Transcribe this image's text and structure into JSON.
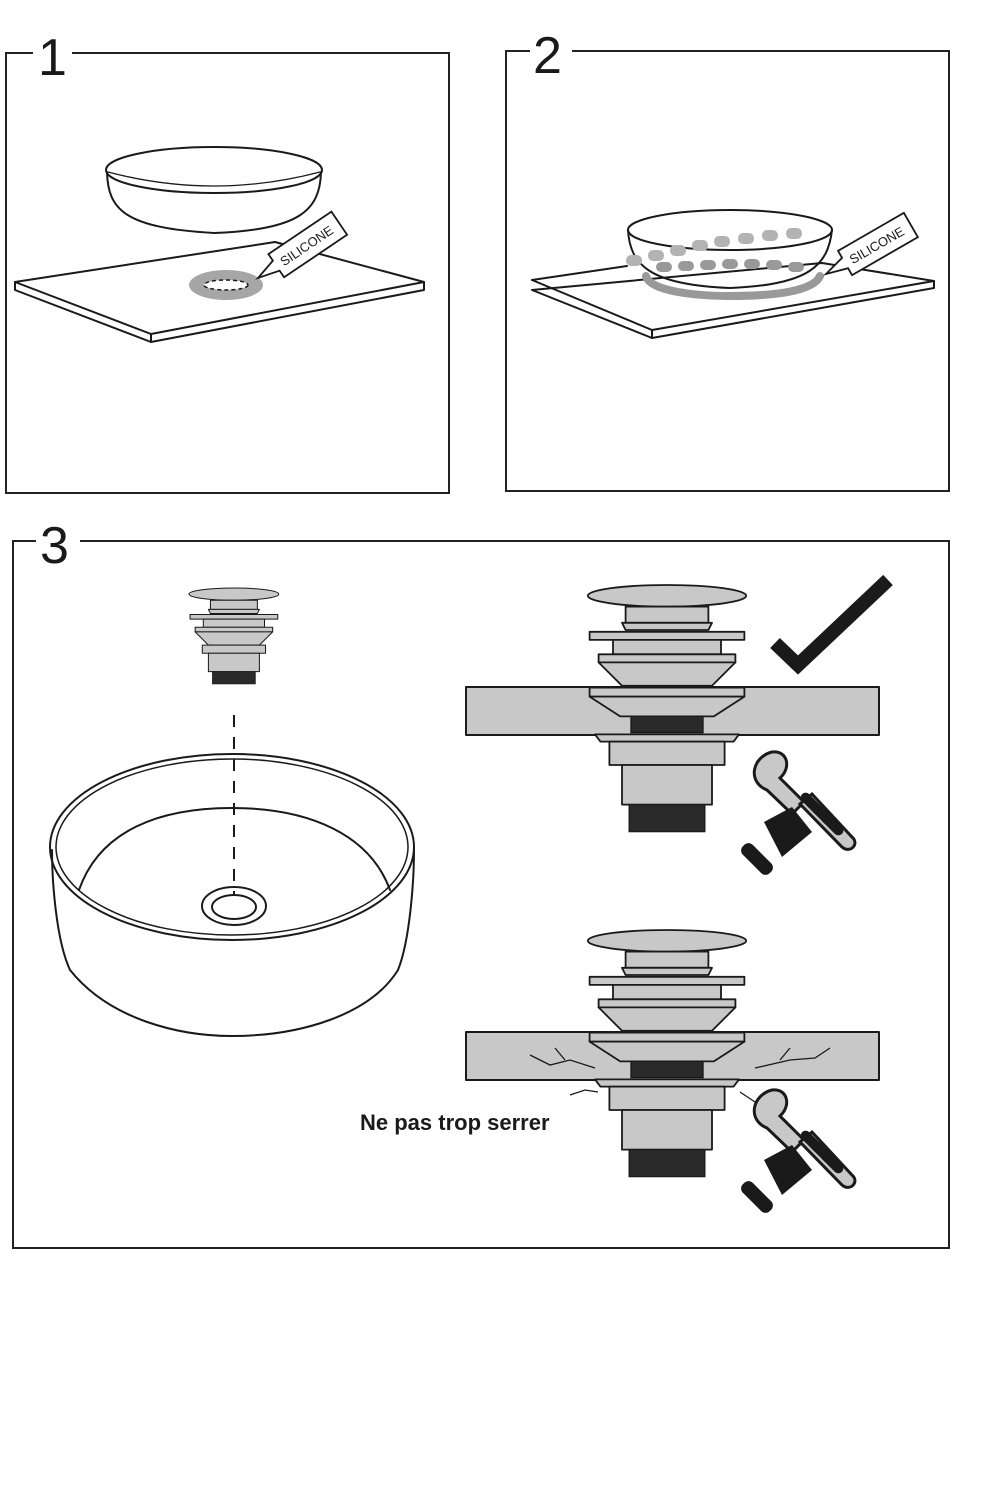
{
  "document": {
    "type": "installation-instructions",
    "colors": {
      "line": "#1a1a1a",
      "metal": "#c8c8c8",
      "silicone_light": "#b3b3b3",
      "silicone_dark": "#999999",
      "background": "#ffffff"
    }
  },
  "steps": [
    {
      "number": "1",
      "tube_label": "SILICONE",
      "description_icons": [
        "basin-icon",
        "countertop-icon",
        "silicone-ring-icon",
        "silicone-tube-icon"
      ]
    },
    {
      "number": "2",
      "tube_label": "SILICONE",
      "description_icons": [
        "basin-icon",
        "countertop-icon",
        "silicone-bead-icon",
        "silicone-tube-icon"
      ]
    },
    {
      "number": "3",
      "warning_text": "Ne pas trop serrer",
      "panels": [
        {
          "name": "exploded-view",
          "icons": [
            "pop-up-waste-icon",
            "basin-icon"
          ]
        },
        {
          "name": "correct-tightening",
          "icons": [
            "pop-up-waste-icon",
            "wrench-icon",
            "hand-icon",
            "checkmark-icon"
          ]
        },
        {
          "name": "over-tightening",
          "icons": [
            "pop-up-waste-icon",
            "crack-icon",
            "wrench-icon",
            "hand-icon"
          ]
        }
      ]
    }
  ]
}
